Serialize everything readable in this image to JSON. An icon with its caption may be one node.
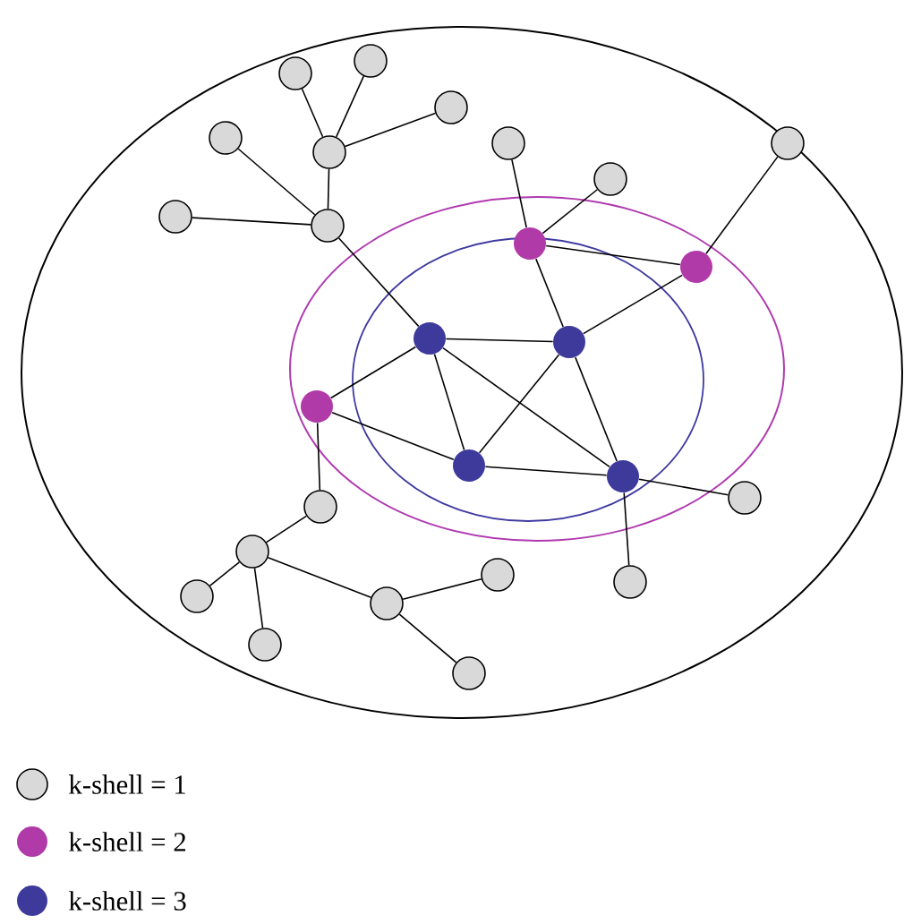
{
  "diagram": {
    "nodes": [
      {
        "text": [],
        "shape": "circle"
      },
      {
        "text": [],
        "shape": "circle"
      },
      {
        "text": [],
        "shape": "circle"
      },
      {
        "text": [],
        "shape": "circle"
      },
      {
        "text": [],
        "shape": "circle"
      },
      {
        "text": [],
        "shape": "circle"
      },
      {
        "text": [],
        "shape": "circle"
      },
      {
        "text": [],
        "shape": "circle"
      },
      {
        "text": [],
        "shape": "circle"
      },
      {
        "text": [],
        "shape": "circle"
      },
      {
        "text": [],
        "shape": "circle"
      },
      {
        "text": [],
        "shape": "circle"
      },
      {
        "text": [],
        "shape": "circle"
      },
      {
        "text": [],
        "shape": "circle"
      },
      {
        "text": [],
        "shape": "circle"
      },
      {
        "text": [],
        "shape": "circle"
      },
      {
        "text": [],
        "shape": "circle"
      },
      {
        "text": [],
        "shape": "circle"
      },
      {
        "text": [],
        "shape": "circle"
      },
      {
        "text": [],
        "shape": "circle"
      },
      {
        "text": [],
        "shape": "circle"
      },
      {
        "text": [],
        "shape": "circle"
      },
      {
        "text": [],
        "shape": "circle"
      },
      {
        "text": [],
        "shape": "circle"
      },
      {
        "text": [],
        "shape": "circle"
      },
      {
        "text": [],
        "shape": "circle"
      }
    ],
    "edges": [
      {
        "from": 1,
        "to": 6,
        "arrow": "none"
      },
      {
        "from": 0,
        "to": 6,
        "arrow": "none"
      },
      {
        "from": 2,
        "to": 6,
        "arrow": "none"
      },
      {
        "from": 6,
        "to": 9,
        "arrow": "none"
      },
      {
        "from": 3,
        "to": 9,
        "arrow": "none"
      },
      {
        "from": 8,
        "to": 9,
        "arrow": "none"
      },
      {
        "from": 9,
        "to": 12,
        "arrow": "none"
      },
      {
        "from": 4,
        "to": 10,
        "arrow": "none"
      },
      {
        "from": 7,
        "to": 10,
        "arrow": "none"
      },
      {
        "from": 10,
        "to": 11,
        "arrow": "none"
      },
      {
        "from": 10,
        "to": 13,
        "arrow": "none"
      },
      {
        "from": 5,
        "to": 11,
        "arrow": "none"
      },
      {
        "from": 11,
        "to": 13,
        "arrow": "none"
      },
      {
        "from": 12,
        "to": 13,
        "arrow": "none"
      },
      {
        "from": 12,
        "to": 15,
        "arrow": "none"
      },
      {
        "from": 12,
        "to": 16,
        "arrow": "none"
      },
      {
        "from": 14,
        "to": 12,
        "arrow": "none"
      },
      {
        "from": 13,
        "to": 15,
        "arrow": "none"
      },
      {
        "from": 13,
        "to": 16,
        "arrow": "none"
      },
      {
        "from": 15,
        "to": 16,
        "arrow": "none"
      },
      {
        "from": 14,
        "to": 15,
        "arrow": "none"
      },
      {
        "from": 16,
        "to": 17,
        "arrow": "none"
      },
      {
        "from": 16,
        "to": 21,
        "arrow": "none"
      },
      {
        "from": 14,
        "to": 18,
        "arrow": "none"
      },
      {
        "from": 18,
        "to": 19,
        "arrow": "none"
      },
      {
        "from": 19,
        "to": 22,
        "arrow": "none"
      },
      {
        "from": 19,
        "to": 24,
        "arrow": "none"
      },
      {
        "from": 19,
        "to": 23,
        "arrow": "none"
      },
      {
        "from": 23,
        "to": 20,
        "arrow": "none"
      },
      {
        "from": 23,
        "to": 25,
        "arrow": "none"
      }
    ],
    "legend": [
      {
        "text": "k-shell = 1",
        "color": "#d9d9d9"
      },
      {
        "text": "k-shell = 2",
        "color": "#b03aa8"
      },
      {
        "text": "k-shell = 3",
        "color": "#3d3a9c"
      }
    ]
  }
}
